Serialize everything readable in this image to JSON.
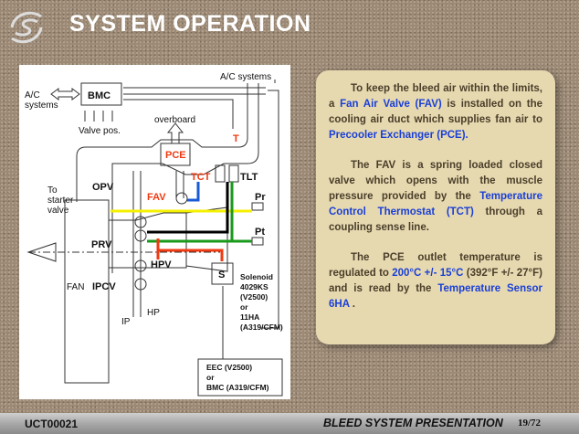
{
  "header": {
    "title": "SYSTEM OPERATION"
  },
  "diagram": {
    "ac_systems_left": [
      "A/C",
      "systems"
    ],
    "bmc": "BMC",
    "valve_pos": "Valve pos.",
    "ac_systems_top": "A/C systems",
    "overboard": "overboard",
    "t": "T",
    "pce": "PCE",
    "tct": "TCT",
    "tlt": "TLT",
    "opv": "OPV",
    "fav": "FAV",
    "to_starter": [
      "To",
      "starter",
      "valve"
    ],
    "pr": "Pr",
    "pt": "Pt",
    "prv": "PRV",
    "hpv": "HPV",
    "fan": "FAN",
    "ipcv": "IPCV",
    "ip": "IP",
    "hp": "HP",
    "s": "S",
    "solenoid": [
      "Solenoid",
      "4029KS",
      "(V2500)",
      "or",
      "11HA",
      "(A319/CFM)"
    ],
    "eec": [
      "EEC (V2500)",
      "or",
      "BMC (A319/CFM)"
    ],
    "colors": {
      "red": "#f03a10",
      "yellow": "#f5f000",
      "green": "#1a9a1a",
      "blue": "#1a5ad6",
      "black": "#000000"
    }
  },
  "note": {
    "p1": {
      "a": "To keep the bleed air within the limits, a ",
      "b": "Fan Air Valve (FAV)",
      "c": " is installed on the cooling air duct which supplies fan air to ",
      "d": "Precooler Exchanger (PCE)."
    },
    "p2": {
      "a": "The FAV is a spring loaded closed valve which opens with the muscle pressure provided by the ",
      "b": "Temperature Control Thermostat (TCT)",
      "c": " through a coupling sense line."
    },
    "p3": {
      "a": "The PCE outlet temperature is regulated to ",
      "b": "200°C +/- 15°C",
      "c": " (392°F +/- 27°F) and is read by the ",
      "d": "Temperature Sensor 6HA",
      "e": " ."
    }
  },
  "footer": {
    "code": "UCT00021",
    "center": "BLEED SYSTEM PRESENTATION",
    "page": "19/72"
  }
}
